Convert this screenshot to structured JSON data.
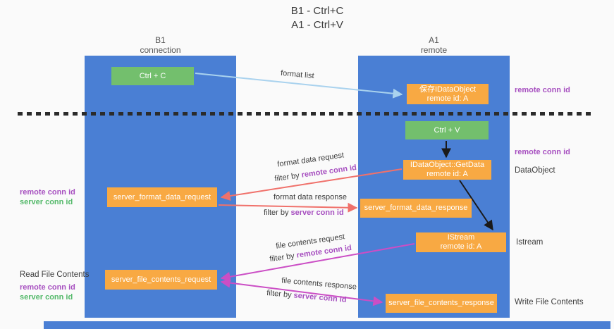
{
  "title": {
    "line1": "B1 - Ctrl+C",
    "line2": "A1 - Ctrl+V"
  },
  "columns": {
    "left": {
      "name": "B1",
      "role": "connection"
    },
    "right": {
      "name": "A1",
      "role": "remote"
    }
  },
  "nodes": {
    "ctrl_c": "Ctrl + C",
    "ctrl_v": "Ctrl + V",
    "save_idataobject": {
      "line1": "保存IDataObject",
      "line2": "remote id: A"
    },
    "getdata": {
      "line1": "IDataObject::GetData",
      "line2": "remote id: A"
    },
    "istream": {
      "line1": "IStream",
      "line2": "remote id: A"
    },
    "format_request": "server_format_data_request",
    "format_response": "server_format_data_response",
    "file_request": "server_file_contents_request",
    "file_response": "server_file_contents_response"
  },
  "left_labels": {
    "group1": {
      "remote": "remote conn id",
      "server": "server conn id"
    },
    "group2": {
      "title": "Read File Contents",
      "remote": "remote conn id",
      "server": "server conn id"
    }
  },
  "right_labels": {
    "remote_conn_id_top": "remote conn id",
    "remote_conn_id_mid": "remote conn id",
    "dataobject": "DataObject",
    "istream": "Istream",
    "write_file_contents": "Write File Contents"
  },
  "arrows": {
    "format_list": {
      "label": "format list"
    },
    "format_request": {
      "label": "format data request",
      "filter_prefix": "filter by",
      "filter_key": "remote conn id"
    },
    "format_response": {
      "label": "format data response",
      "filter_prefix": "filter by",
      "filter_key": "server conn id"
    },
    "file_request": {
      "label": "file contents request",
      "filter_prefix": "filter by",
      "filter_key": "remote conn id"
    },
    "file_response": {
      "label": "file contents response",
      "filter_prefix": "filter by",
      "filter_key": "server conn id"
    }
  },
  "colors": {
    "column_blue": "#4a7fd4",
    "box_orange": "#f8a943",
    "box_green": "#73bf6d",
    "label_purple": "#a750c0",
    "label_green": "#54b96a",
    "arrow_salmon": "#f0716b",
    "arrow_magenta": "#cb4ec5",
    "arrow_lightblue": "#a9d2ee",
    "arrow_black": "#1a1a1a"
  }
}
